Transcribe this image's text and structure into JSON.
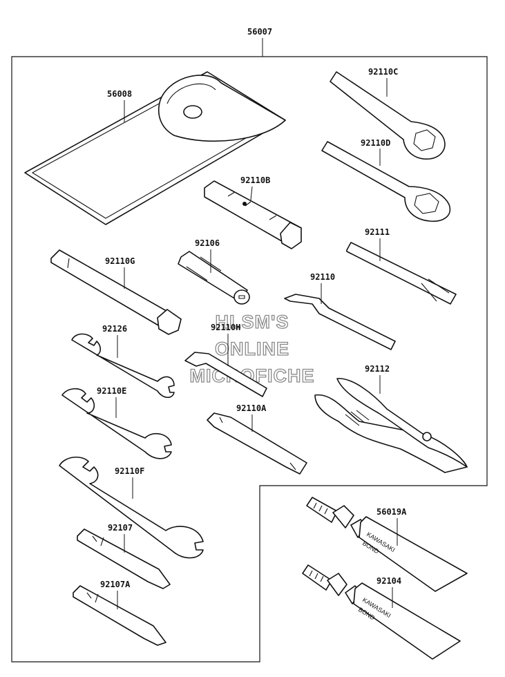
{
  "assembly": {
    "part_number": "56007"
  },
  "parts": [
    {
      "part_number": "56008"
    },
    {
      "part_number": "92110C"
    },
    {
      "part_number": "92110D"
    },
    {
      "part_number": "92110B"
    },
    {
      "part_number": "92106"
    },
    {
      "part_number": "92111"
    },
    {
      "part_number": "92110G"
    },
    {
      "part_number": "92110"
    },
    {
      "part_number": "92126"
    },
    {
      "part_number": "92110H"
    },
    {
      "part_number": "92112"
    },
    {
      "part_number": "92110E"
    },
    {
      "part_number": "92110A"
    },
    {
      "part_number": "92110F"
    },
    {
      "part_number": "56019A"
    },
    {
      "part_number": "92107"
    },
    {
      "part_number": "92104"
    },
    {
      "part_number": "92107A"
    }
  ],
  "tube_print": {
    "line1": "KAWASAKI",
    "line2": "BOND"
  },
  "watermark": {
    "line1": "HLSM'S",
    "line2": "ONLINE",
    "line3": "MICROFICHE"
  },
  "colors": {
    "line": "#111111",
    "watermark_outline": "#8a8a8a",
    "background": "#ffffff"
  }
}
